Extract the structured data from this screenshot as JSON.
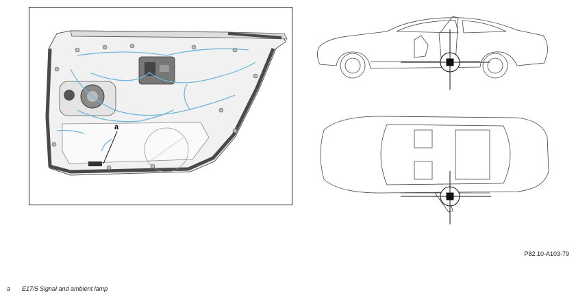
{
  "diagram": {
    "callout_letter": "a",
    "reference_code": "P82.10-A103-79"
  },
  "legend": {
    "items": [
      {
        "key": "a",
        "text": "E17/5 Signal and ambient lamp"
      }
    ]
  },
  "colors": {
    "outline": "#222222",
    "harness": "#6fb7d9",
    "panel_fill": "#f1f1f1",
    "seal": "#4a4a4a"
  },
  "icons": [
    "crosshair-target-icon",
    "locator-square-icon"
  ]
}
